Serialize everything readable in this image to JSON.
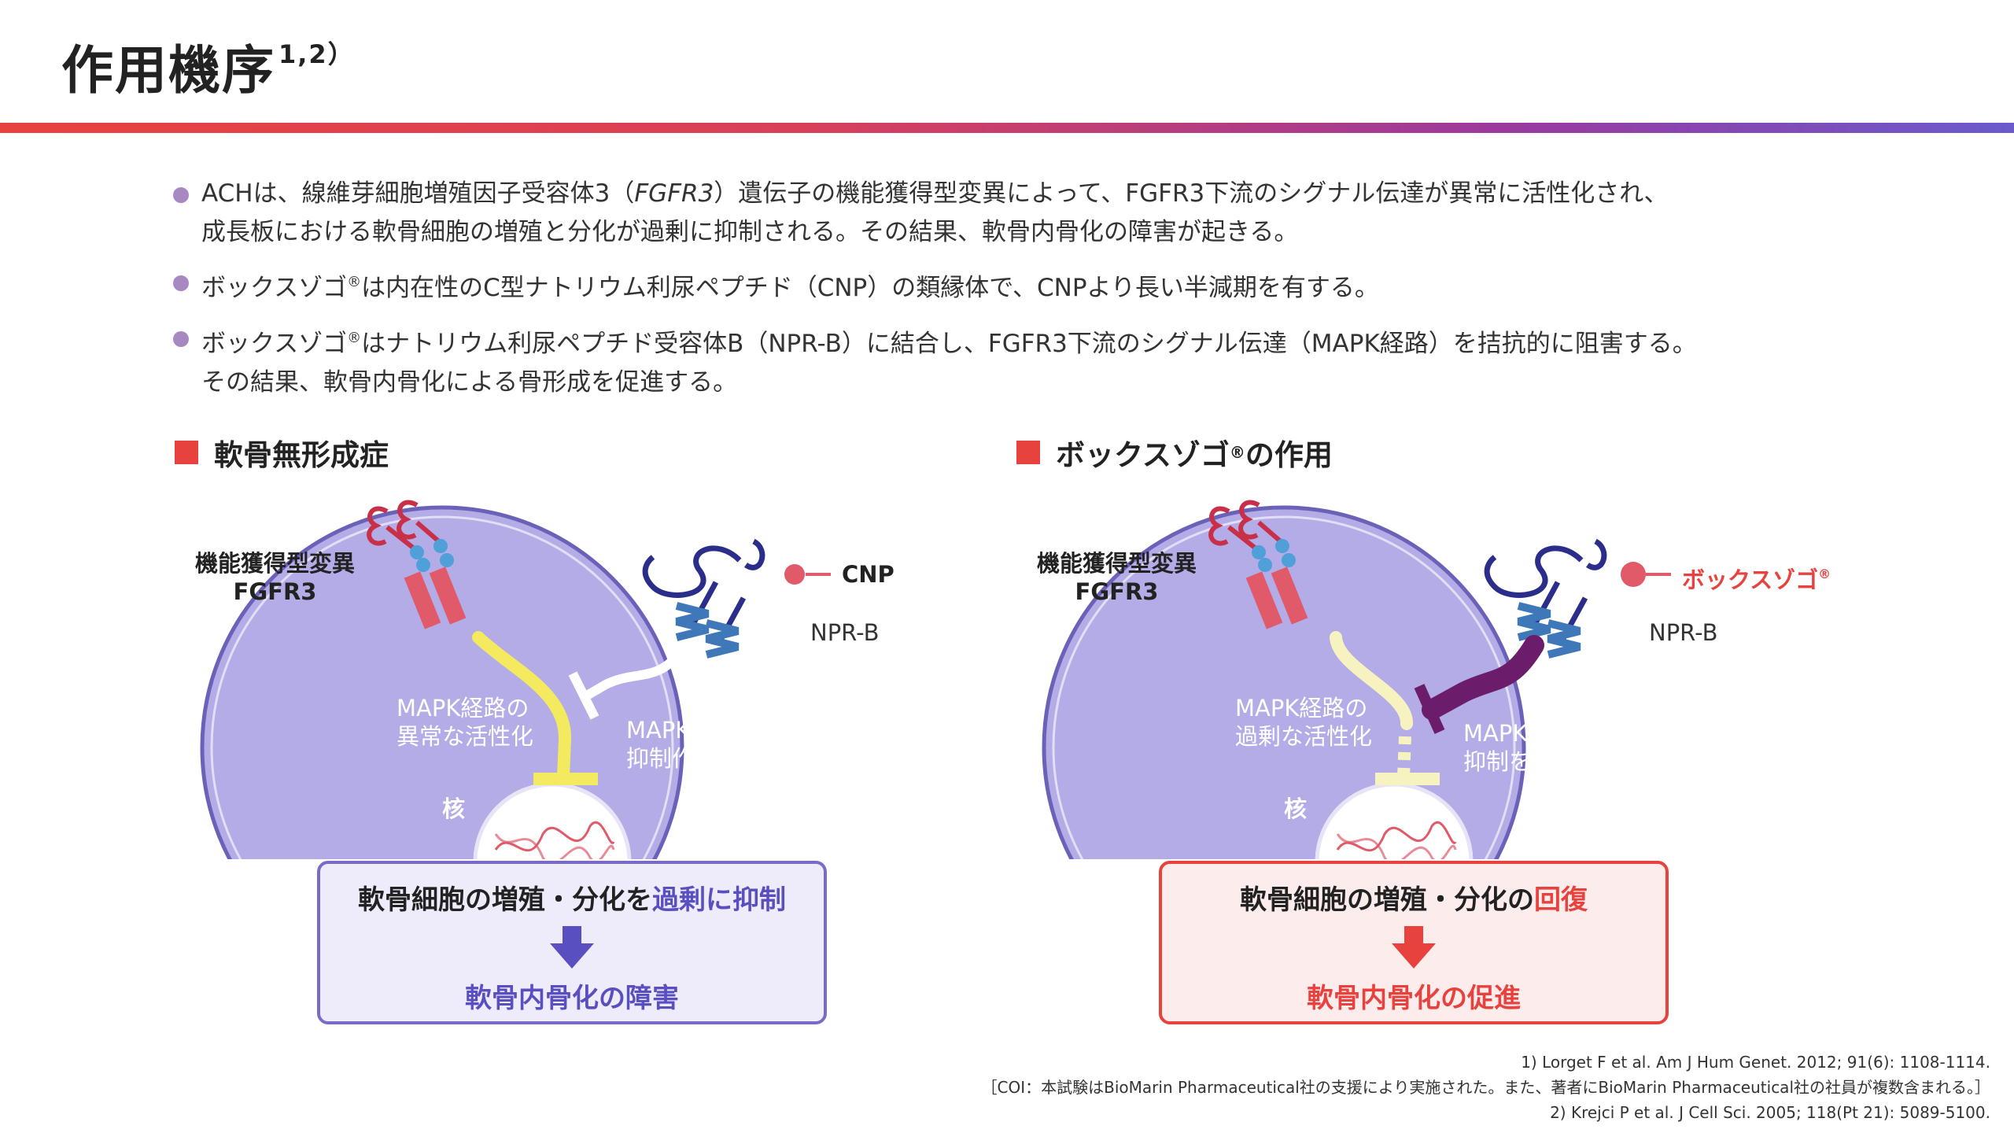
{
  "header": {
    "title": "作用機序",
    "title_sup": "1,2）"
  },
  "bullets": [
    {
      "line1_pre": "ACHは、線維芽細胞増殖因子受容体3（",
      "line1_gene": "FGFR3",
      "line1_post": "）遺伝子の機能獲得型変異によって、FGFR3下流のシグナル伝達が異常に活性化され、",
      "line2": "成長板における軟骨細胞の増殖と分化が過剰に抑制される。その結果、軟骨内骨化の障害が起きる。"
    },
    {
      "line1_pre": "ボックスゾゴ",
      "line1_sup": "®",
      "line1_post": "は内在性のC型ナトリウム利尿ペプチド（CNP）の類縁体で、CNPより長い半減期を有する。"
    },
    {
      "line1_pre": "ボックスゾゴ",
      "line1_sup": "®",
      "line1_post": "はナトリウム利尿ペプチド受容体B（NPR-B）に結合し、FGFR3下流のシグナル伝達（MAPK経路）を拮抗的に阻害する。",
      "line2": "その結果、軟骨内骨化による骨形成を促進する。"
    }
  ],
  "left_panel": {
    "heading": "軟骨無形成症",
    "fgfr3_label_1": "機能獲得型変異",
    "fgfr3_label_2": "FGFR3",
    "cnp_label": "CNP",
    "nprb_label": "NPR-B",
    "mapk_active_1": "MAPK経路の",
    "mapk_active_2": "異常な活性化",
    "mapk_inhibit_1": "MAPK経路の",
    "mapk_inhibit_2": "抑制作用",
    "nucleus_label": "核",
    "result_top_pre": "軟骨細胞の増殖・分化を",
    "result_top_accent": "過剰に抑制",
    "result_bottom": "軟骨内骨化の障害"
  },
  "right_panel": {
    "heading_pre": "ボックスゾゴ",
    "heading_sup": "®",
    "heading_post": "の作用",
    "fgfr3_label_1": "機能獲得型変異",
    "fgfr3_label_2": "FGFR3",
    "drug_label": "ボックスゾゴ",
    "drug_sup": "®",
    "nprb_label": "NPR-B",
    "mapk_active_1": "MAPK経路の",
    "mapk_active_2": "過剰な活性化",
    "mapk_inhibit_1": "MAPK経路の",
    "mapk_inhibit_2": "抑制を強化",
    "nucleus_label": "核",
    "result_top_pre": "軟骨細胞の増殖・分化の",
    "result_top_accent": "回復",
    "result_bottom": "軟骨内骨化の促進"
  },
  "references": {
    "ref1": "1) Lorget F et al. Am J Hum Genet. 2012; 91(6): 1108-1114.",
    "coi": "［COI：本試験はBioMarin Pharmaceutical社の支援により実施された。また、著者にBioMarin Pharmaceutical社の社員が複数含まれる。］",
    "ref2": "2) Krejci P et al. J Cell Sci. 2005; 118(Pt 21): 5089-5100."
  },
  "colors": {
    "accent_red": "#e8423f",
    "cell_fill": "#b3ace6",
    "cell_border": "#6a62b8",
    "receptor_red": "#d84a5a",
    "receptor_navy": "#2a2d8a",
    "receptor_blue": "#3f78b8",
    "yellow_signal": "#f3ea60",
    "purple_signal": "#6b1d6b",
    "left_box_border": "#7b6bc7",
    "right_box_border": "#e8423f"
  }
}
